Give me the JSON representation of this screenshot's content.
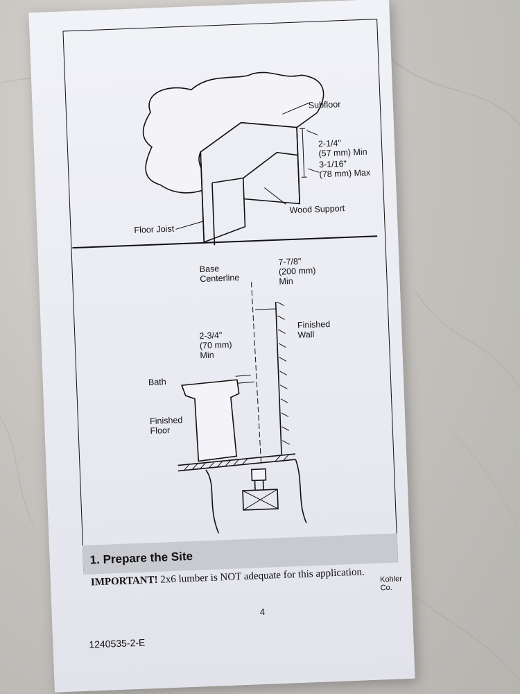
{
  "diagram_top": {
    "subfloor_label": "Subfloor",
    "dim_min": "2-1/4\"\n(57 mm) Min",
    "dim_max": "3-1/16\"\n(78 mm) Max",
    "wood_support_label": "Wood Support",
    "floor_joist_label": "Floor Joist"
  },
  "diagram_bottom": {
    "base_centerline_label": "Base\nCenterline",
    "wall_dim_label": "7-7/8\"\n(200 mm)\nMin",
    "finished_wall_label": "Finished\nWall",
    "bath_dim_label": "2-3/4\"\n(70 mm)\nMin",
    "bath_label": "Bath",
    "finished_floor_label": "Finished\nFloor"
  },
  "section": {
    "title": "1. Prepare the Site",
    "important_prefix": "IMPORTANT!",
    "important_text": " 2x6 lumber is NOT adequate for this application."
  },
  "footer": {
    "brand": "Kohler Co.",
    "page_number": "4",
    "document_id": "1240535-2-E"
  }
}
